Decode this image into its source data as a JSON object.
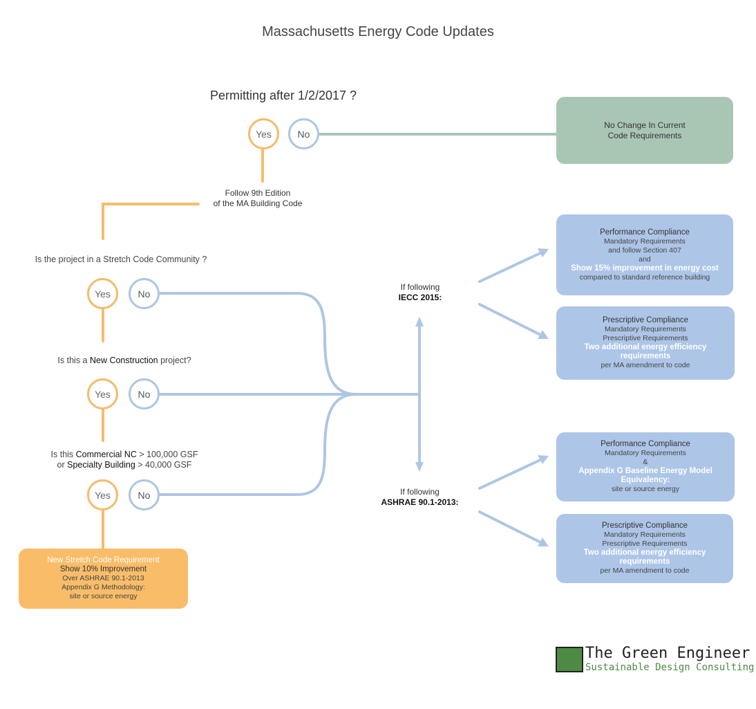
{
  "title": "Massachusetts Energy Code Updates",
  "q1": {
    "text": "Permitting after 1/2/2017 ?",
    "yes": "Yes",
    "no": "No"
  },
  "no_change": {
    "line1": "No Change In Current",
    "line2": "Code Requirements"
  },
  "follow": {
    "line1": "Follow 9th Edition",
    "line2": "of the MA Building Code"
  },
  "q2": {
    "text": "Is the project in a Stretch Code Community ?",
    "yes": "Yes",
    "no": "No"
  },
  "q3": {
    "pre": "Is this a ",
    "bold": "New Construction",
    "post": " project?",
    "yes": "Yes",
    "no": "No"
  },
  "q4": {
    "l1_pre": "Is this ",
    "l1_bold": "Commercial NC",
    "l1_post": " > 100,000 GSF",
    "l2_pre": "or ",
    "l2_bold": "Specialty Building",
    "l2_post": " > 40,000 GSF",
    "yes": "Yes",
    "no": "No"
  },
  "stretch_box": {
    "l1": "New Stretch Code Requirement",
    "l2": "Show 10% Improvement",
    "l3": "Over ASHRAE 90.1-2013",
    "l4": "Appendix G Methodology:",
    "l5": "site or source energy"
  },
  "iecc": {
    "l1": "If following",
    "l2": "IECC 2015:"
  },
  "ashrae": {
    "l1": "If following",
    "l2": "ASHRAE 90.1-2013:"
  },
  "box_iecc_perf": {
    "hd": "Performance Compliance",
    "l1": "Mandatory Requirements",
    "l2": "and follow Section 407",
    "l3": "and",
    "wt": "Show 15% improvement in energy cost",
    "l4": "compared to standard reference building"
  },
  "box_iecc_pres": {
    "hd": "Prescriptive Compliance",
    "l1": "Mandatory Requirements",
    "l2": "Prescriptive Requirements",
    "wt1": "Two additional energy efficiency",
    "wt2": "requirements",
    "l3": "per MA amendment to code"
  },
  "box_ash_perf": {
    "hd": "Performance Compliance",
    "l1": "Mandatory Requirements",
    "l2": "&",
    "wt1": "Appendix G Baseline Energy Model",
    "wt2": "Equivalency:",
    "l3": "site or source energy"
  },
  "box_ash_pres": {
    "hd": "Prescriptive Compliance",
    "l1": "Mandatory Requirements",
    "l2": "Prescriptive Requirements",
    "wt1": "Two additional energy efficiency",
    "wt2": "requirements",
    "l3": "per MA amendment to code"
  },
  "logo": {
    "name": "The Green Engineer",
    "tagline": "Sustainable Design Consulting"
  },
  "colors": {
    "yes": "#f4bc6c",
    "no": "#aec6e4",
    "green_box": "#a9c6b4",
    "blue_box": "#adc5e7",
    "orange_box": "#f9bd69",
    "brand_green": "#4e8a44"
  }
}
